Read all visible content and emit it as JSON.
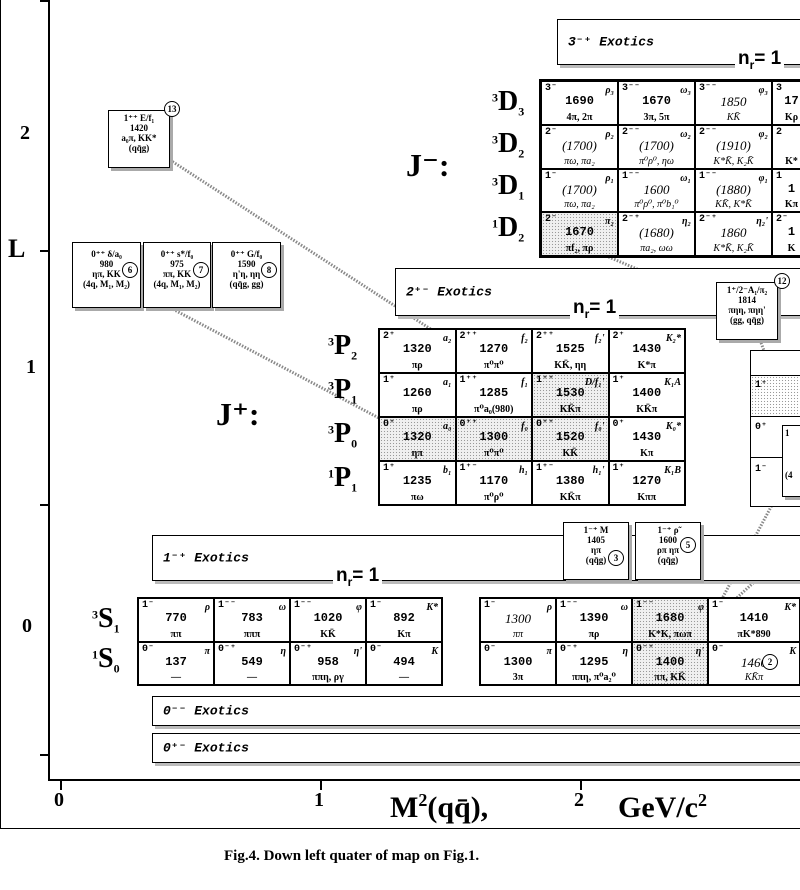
{
  "axis": {
    "y_title": "L",
    "y_ticks": [
      "2",
      "1",
      "0"
    ],
    "x_ticks": [
      "0",
      "1",
      "2"
    ],
    "x_title": "M",
    "x_title_sup": "2",
    "x_title_paren": "(qq̄),",
    "x_units": "GeV/c",
    "x_units_sup": "2"
  },
  "caption": "Fig.4. Down left quater of map on Fig.1.",
  "groups": {
    "jminus": "J⁻:",
    "jplus": "J⁺:"
  },
  "exotics": {
    "e3mp": "3⁻⁺ Exotics",
    "e2pm": "2⁺⁻ Exotics",
    "e1mp": "1⁻⁺ Exotics",
    "e0mm": "0⁻⁻ Exotics",
    "e0pm": "0⁺⁻ Exotics"
  },
  "nr": {
    "label": "n",
    "sub": "r",
    "val": "= 1"
  },
  "spectro": {
    "D3": {
      "pre": "3",
      "L": "D",
      "sub": "3"
    },
    "D2": {
      "pre": "3",
      "L": "D",
      "sub": "2"
    },
    "D1": {
      "pre": "3",
      "L": "D",
      "sub": "1"
    },
    "D2s": {
      "pre": "1",
      "L": "D",
      "sub": "2"
    },
    "P2": {
      "pre": "3",
      "L": "P",
      "sub": "2"
    },
    "P1": {
      "pre": "3",
      "L": "P",
      "sub": "1"
    },
    "P0": {
      "pre": "3",
      "L": "P",
      "sub": "0"
    },
    "P1s": {
      "pre": "1",
      "L": "P",
      "sub": "1"
    },
    "S1": {
      "pre": "3",
      "L": "S",
      "sub": "1"
    },
    "S0": {
      "pre": "1",
      "L": "S",
      "sub": "0"
    }
  },
  "Dgrid": [
    [
      {
        "j": "3⁻",
        "n": "ρ₃",
        "m": "1690",
        "d": "4π, 2π"
      },
      {
        "j": "3⁻⁻",
        "n": "ω₃",
        "m": "1670",
        "d": "3π, 5π"
      },
      {
        "j": "3⁻⁻",
        "n": "φ₃",
        "m": "1850",
        "d": "KK̄",
        "mi": true
      },
      {
        "j": "3",
        "n": "",
        "m": "17",
        "d": "Kρ"
      }
    ],
    [
      {
        "j": "2⁻",
        "n": "ρ₂",
        "m": "(1700)",
        "d": "πω, πa₂",
        "mi": true
      },
      {
        "j": "2⁻⁻",
        "n": "ω₂",
        "m": "(1700)",
        "d": "π⁰ρ⁰, ηω",
        "mi": true
      },
      {
        "j": "2⁻⁻",
        "n": "φ₂",
        "m": "(1910)",
        "d": "K*K̄, K₂K̄",
        "mi": true
      },
      {
        "j": "2",
        "n": "",
        "m": "",
        "d": "K*"
      }
    ],
    [
      {
        "j": "1⁻",
        "n": "ρ₁",
        "m": "(1700)",
        "d": "πω, πa₂",
        "mi": true
      },
      {
        "j": "1⁻⁻",
        "n": "ω₁",
        "m": "1600",
        "d": "π⁰ρ⁰, π⁰b₁⁰",
        "mi": true
      },
      {
        "j": "1⁻⁻",
        "n": "φ₁",
        "m": "(1880)",
        "d": "KK̄, K*K̄",
        "mi": true
      },
      {
        "j": "1",
        "n": "",
        "m": "1",
        "d": "Kπ"
      }
    ],
    [
      {
        "j": "2⁻",
        "n": "π₂",
        "m": "1670",
        "d": "πf₂, πρ",
        "sh": true
      },
      {
        "j": "2⁻⁺",
        "n": "η₂",
        "m": "(1680)",
        "d": "πa₂, ωω",
        "mi": true
      },
      {
        "j": "2⁻⁺",
        "n": "η₂'",
        "m": "1860",
        "d": "K*K̄, K₂K̄",
        "mi": true
      },
      {
        "j": "2⁻",
        "n": "",
        "m": "1",
        "d": "K"
      }
    ]
  ],
  "Pgrid": [
    [
      {
        "j": "2⁺",
        "n": "a₂",
        "m": "1320",
        "d": "πρ"
      },
      {
        "j": "2⁺⁺",
        "n": "f₂",
        "m": "1270",
        "d": "π⁰π⁰"
      },
      {
        "j": "2⁺⁺",
        "n": "f₂'",
        "m": "1525",
        "d": "KK̄, ηη"
      },
      {
        "j": "2⁺",
        "n": "K₂*",
        "m": "1430",
        "d": "K*π"
      }
    ],
    [
      {
        "j": "1⁺",
        "n": "a₁",
        "m": "1260",
        "d": "πρ"
      },
      {
        "j": "1⁺⁺",
        "n": "f₁",
        "m": "1285",
        "d": "π⁰a₀(980)"
      },
      {
        "j": "1⁺⁺",
        "n": "D/f₁'",
        "m": "1530",
        "d": "KK̄π",
        "sh": true
      },
      {
        "j": "1⁺",
        "n": "K₁A",
        "m": "1400",
        "d": "KK̄π"
      }
    ],
    [
      {
        "j": "0⁺",
        "n": "a₀",
        "m": "1320",
        "d": "ηπ",
        "sh": true
      },
      {
        "j": "0⁺⁺",
        "n": "f₀",
        "m": "1300",
        "d": "π⁰π⁰",
        "sh": true
      },
      {
        "j": "0⁺⁺",
        "n": "f₀'",
        "m": "1520",
        "d": "KK̄",
        "sh": true
      },
      {
        "j": "0⁺",
        "n": "K₀*",
        "m": "1430",
        "d": "Kπ"
      }
    ],
    [
      {
        "j": "1⁺",
        "n": "b₁",
        "m": "1235",
        "d": "πω"
      },
      {
        "j": "1⁺⁻",
        "n": "h₁",
        "m": "1170",
        "d": "π⁰ρ⁰"
      },
      {
        "j": "1⁺⁻",
        "n": "h₁'",
        "m": "1380",
        "d": "KK̄π"
      },
      {
        "j": "1⁺",
        "n": "K₁B",
        "m": "1270",
        "d": "Kππ"
      }
    ]
  ],
  "Sgrid1": [
    [
      {
        "j": "1⁻",
        "n": "ρ",
        "m": "770",
        "d": "ππ"
      },
      {
        "j": "1⁻⁻",
        "n": "ω",
        "m": "783",
        "d": "πππ"
      },
      {
        "j": "1⁻⁻",
        "n": "φ",
        "m": "1020",
        "d": "KK̄"
      },
      {
        "j": "1⁻",
        "n": "K*",
        "m": "892",
        "d": "Kπ"
      }
    ],
    [
      {
        "j": "0⁻",
        "n": "π",
        "m": "137",
        "d": "—"
      },
      {
        "j": "0⁻⁺",
        "n": "η",
        "m": "549",
        "d": "—"
      },
      {
        "j": "0⁻⁺",
        "n": "η'",
        "m": "958",
        "d": "ππη, ργ"
      },
      {
        "j": "0⁻",
        "n": "K",
        "m": "494",
        "d": "—"
      }
    ]
  ],
  "Sgrid2": [
    [
      {
        "j": "1⁻",
        "n": "ρ",
        "m": "1300",
        "d": "ππ",
        "mi": true
      },
      {
        "j": "1⁻⁻",
        "n": "ω",
        "m": "1390",
        "d": "πρ"
      },
      {
        "j": "1⁻⁻",
        "n": "φ",
        "m": "1680",
        "d": "K*K, πωπ",
        "sh": true
      },
      {
        "j": "1⁻",
        "n": "K*",
        "m": "1410",
        "d": "πK*890"
      }
    ],
    [
      {
        "j": "0⁻",
        "n": "π",
        "m": "1300",
        "d": "3π"
      },
      {
        "j": "0⁻⁺",
        "n": "η",
        "m": "1295",
        "d": "ππη, π⁰a₂⁰"
      },
      {
        "j": "0⁻⁺",
        "n": "η'",
        "m": "1400",
        "d": "ππ, KK̄",
        "sh": true
      },
      {
        "j": "0⁻",
        "n": "K",
        "m": "1460",
        "d": "KK̄π",
        "mi": true
      }
    ]
  ],
  "cands": {
    "c13": {
      "t": "1⁺⁺  E/f₁\n1420\na₀π, KK*\n(qq̄g)",
      "num": "13"
    },
    "c6": {
      "t": "0⁺⁺ δ/a₀\n980\nηπ, KK\n(4q, M₁, M₂)",
      "num": "6"
    },
    "c7": {
      "t": "0⁺⁺ s*/f₀\n975\nππ, KK\n(4q, M₁, M₂)",
      "num": "7"
    },
    "c8": {
      "t": "0⁺⁺ G/f₀\n1590\nη'η, ηη\n(qq̄g, gg)",
      "num": "8"
    },
    "c12": {
      "t": "1⁺/2⁻A₁/π₂\n1814\nπηη, πηη'\n(gg, qq̄g)",
      "num": "12"
    },
    "c3": {
      "t": "1⁻⁺  M\n1405\nηπ\n(qq̄g)",
      "num": "3"
    },
    "c5": {
      "t": "1⁻⁺  ρ̃\n1600\nρπ  ηπ\n(qq̄g)",
      "num": "5"
    },
    "c2": {
      "num": "2"
    },
    "c4": {
      "t": "(4",
      "num": ""
    }
  },
  "partial": {
    "p1": "1⁺",
    "p2": "0⁺",
    "p3": "1⁻",
    "p4": "1"
  }
}
